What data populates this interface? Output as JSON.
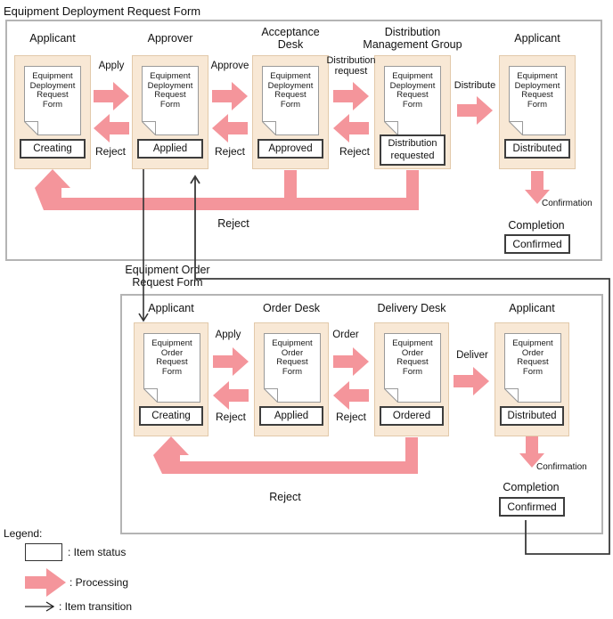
{
  "page_title": "Equipment Deployment Request Form",
  "diagram1": {
    "stages": [
      {
        "role": [
          "Applicant"
        ],
        "doc": [
          "Equipment",
          "Deployment",
          "Request",
          "Form"
        ],
        "status": [
          "Creating"
        ]
      },
      {
        "role": [
          "Approver"
        ],
        "doc": [
          "Equipment",
          "Deployment",
          "Request",
          "Form"
        ],
        "status": [
          "Applied"
        ]
      },
      {
        "role": [
          "Acceptance",
          "Desk"
        ],
        "doc": [
          "Equipment",
          "Deployment",
          "Request",
          "Form"
        ],
        "status": [
          "Approved"
        ]
      },
      {
        "role": [
          "Distribution",
          "Management Group"
        ],
        "doc": [
          "Equipment",
          "Deployment",
          "Request",
          "Form"
        ],
        "status": [
          "Distribution",
          "requested"
        ]
      },
      {
        "role": [
          "Applicant"
        ],
        "doc": [
          "Equipment",
          "Deployment",
          "Request",
          "Form"
        ],
        "status": [
          "Distributed"
        ]
      }
    ],
    "labels": {
      "apply": "Apply",
      "approve": "Approve",
      "distribution_request": [
        "Distribution",
        "request"
      ],
      "distribute": "Distribute",
      "reject1": "Reject",
      "reject2": "Reject",
      "reject3": "Reject",
      "reject_return": "Reject",
      "confirmation": "Confirmation",
      "completion": "Completion",
      "confirmed": "Confirmed"
    }
  },
  "diagram2": {
    "title": [
      "Equipment Order",
      "Request Form"
    ],
    "stages": [
      {
        "role": [
          "Applicant"
        ],
        "doc": [
          "Equipment",
          "Order",
          "Request",
          "Form"
        ],
        "status": [
          "Creating"
        ]
      },
      {
        "role": [
          "Order Desk"
        ],
        "doc": [
          "Equipment",
          "Order",
          "Request",
          "Form"
        ],
        "status": [
          "Applied"
        ]
      },
      {
        "role": [
          "Delivery Desk"
        ],
        "doc": [
          "Equipment",
          "Order",
          "Request",
          "Form"
        ],
        "status": [
          "Ordered"
        ]
      },
      {
        "role": [
          "Applicant"
        ],
        "doc": [
          "Equipment",
          "Order",
          "Request",
          "Form"
        ],
        "status": [
          "Distributed"
        ]
      }
    ],
    "labels": {
      "apply": "Apply",
      "order": "Order",
      "deliver": "Deliver",
      "reject1": "Reject",
      "reject2": "Reject",
      "reject_return": "Reject",
      "confirmation": "Confirmation",
      "completion": "Completion",
      "confirmed": "Confirmed"
    }
  },
  "legend": {
    "title": "Legend:",
    "item_status": ": Item status",
    "processing": ": Processing",
    "item_transition": ": Item transition"
  },
  "colors": {
    "processing_pink": "#f4959b",
    "card_beige": "#f8e8d5",
    "frame_gray": "#b4b4b4"
  }
}
